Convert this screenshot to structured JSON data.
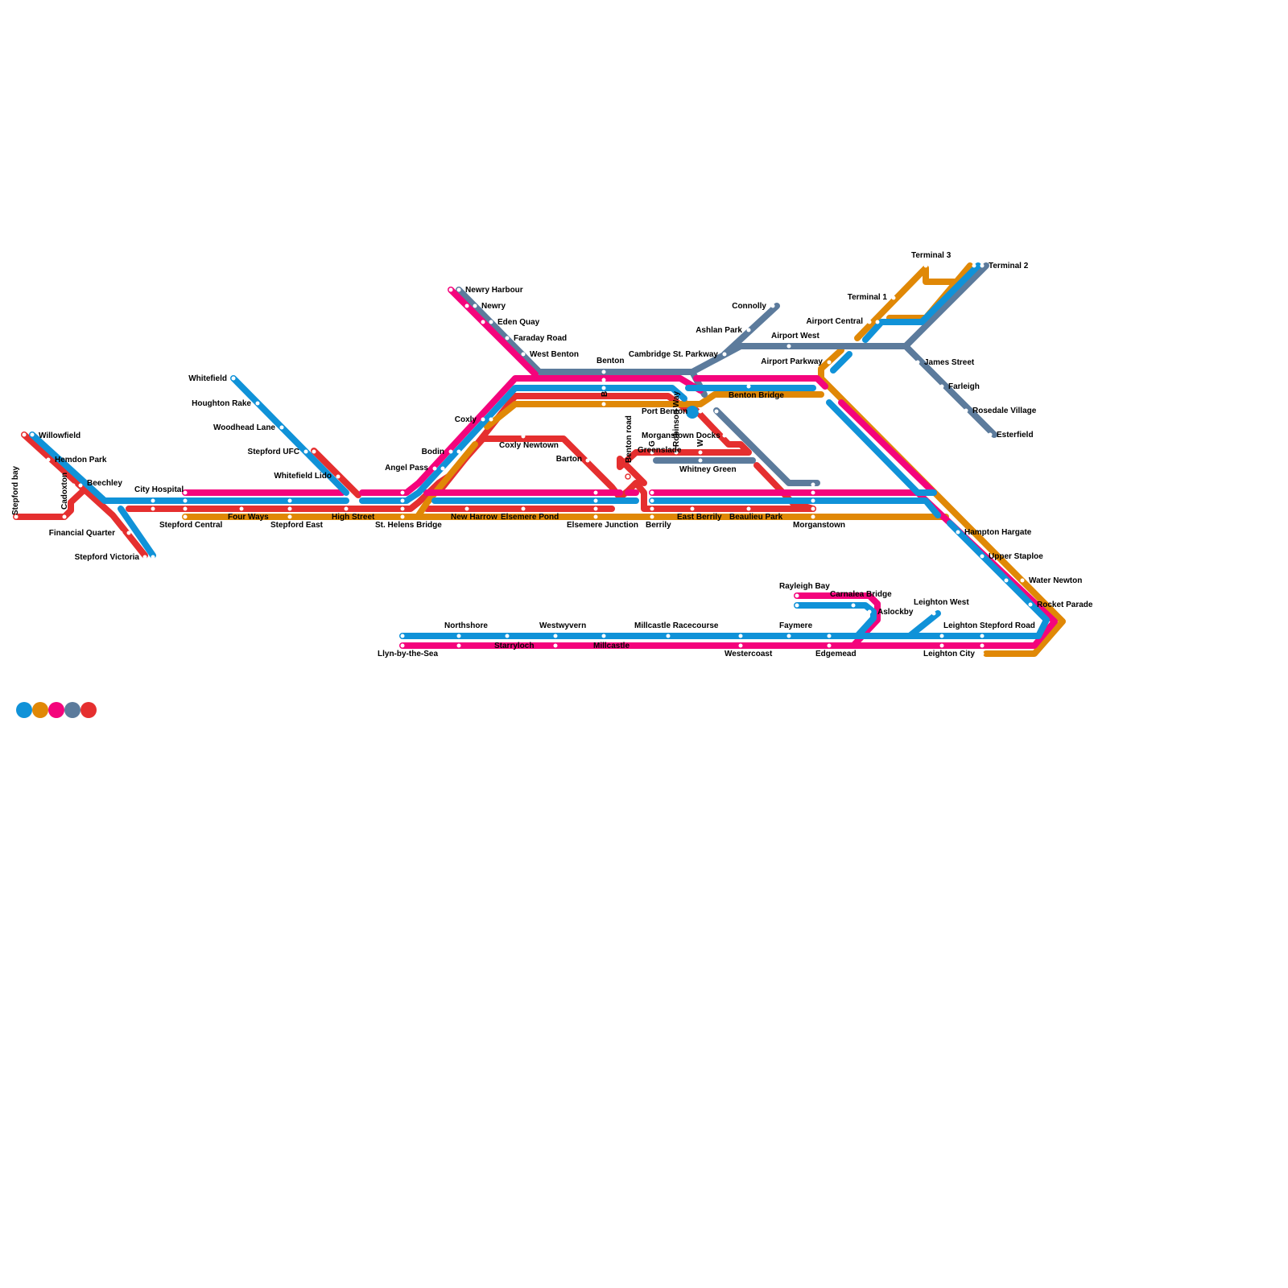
{
  "colors": {
    "blue": "#1092d8",
    "orange": "#e08806",
    "magenta": "#f4047c",
    "slate": "#5c7b9c",
    "red": "#e52f2f"
  },
  "legend": [
    "blue",
    "orange",
    "magenta",
    "slate",
    "red"
  ],
  "stations": [
    {
      "id": "stepford-bay",
      "name": "Stepford bay"
    },
    {
      "id": "willowfield",
      "name": "Willowfield"
    },
    {
      "id": "hemdon-park",
      "name": "Hemdon Park"
    },
    {
      "id": "cadoxton",
      "name": "Cadoxton"
    },
    {
      "id": "beechley",
      "name": "Beechley"
    },
    {
      "id": "financial-quarter",
      "name": "Financial Quarter"
    },
    {
      "id": "stepford-victoria",
      "name": "Stepford Victoria"
    },
    {
      "id": "city-hospital",
      "name": "City Hospital"
    },
    {
      "id": "stepford-central",
      "name": "Stepford Central"
    },
    {
      "id": "four-ways",
      "name": "Four Ways"
    },
    {
      "id": "stepford-east",
      "name": "Stepford East"
    },
    {
      "id": "high-street",
      "name": "High Street"
    },
    {
      "id": "whitefield",
      "name": "Whitefield"
    },
    {
      "id": "houghton-rake",
      "name": "Houghton Rake"
    },
    {
      "id": "woodhead-lane",
      "name": "Woodhead Lane"
    },
    {
      "id": "stepford-ufc",
      "name": "Stepford UFC"
    },
    {
      "id": "whitefield-lido",
      "name": "Whitefield Lido"
    },
    {
      "id": "st-helens-bridge",
      "name": "St. Helens Bridge"
    },
    {
      "id": "angel-pass",
      "name": "Angel Pass"
    },
    {
      "id": "bodin",
      "name": "Bodin"
    },
    {
      "id": "coxly",
      "name": "Coxly"
    },
    {
      "id": "coxly-newtown",
      "name": "Coxly Newtown"
    },
    {
      "id": "newry-harbour",
      "name": "Newry Harbour"
    },
    {
      "id": "newry",
      "name": "Newry"
    },
    {
      "id": "eden-quay",
      "name": "Eden Quay"
    },
    {
      "id": "faraday-road",
      "name": "Faraday Road"
    },
    {
      "id": "west-benton",
      "name": "West Benton"
    },
    {
      "id": "benton",
      "name": "Benton"
    },
    {
      "id": "b",
      "name": "B"
    },
    {
      "id": "new-harrow",
      "name": "New Harrow"
    },
    {
      "id": "elsemere-pond",
      "name": "Elsemere Pond"
    },
    {
      "id": "elsemere-junction",
      "name": "Elsemere Junction"
    },
    {
      "id": "barton",
      "name": "Barton"
    },
    {
      "id": "benton-road",
      "name": "Benton road"
    },
    {
      "id": "berrily",
      "name": "Berrily"
    },
    {
      "id": "east-berrily",
      "name": "East Berrily"
    },
    {
      "id": "beaulieu-park",
      "name": "Beaulieu Park"
    },
    {
      "id": "morganstown",
      "name": "Morganstown"
    },
    {
      "id": "g",
      "name": "G"
    },
    {
      "id": "greenslade",
      "name": "Greenslade"
    },
    {
      "id": "robinson-way",
      "name": "Robinson Way"
    },
    {
      "id": "w",
      "name": "W"
    },
    {
      "id": "whitney-green",
      "name": "Whitney Green"
    },
    {
      "id": "morganstown-docks",
      "name": "Morganstown Docks"
    },
    {
      "id": "port-benton",
      "name": "Port Benton"
    },
    {
      "id": "benton-bridge",
      "name": "Benton Bridge"
    },
    {
      "id": "cambridge-st-parkway",
      "name": "Cambridge St. Parkway"
    },
    {
      "id": "ashlan-park",
      "name": "Ashlan Park"
    },
    {
      "id": "connolly",
      "name": "Connolly"
    },
    {
      "id": "airport-west",
      "name": "Airport West"
    },
    {
      "id": "airport-parkway",
      "name": "Airport Parkway"
    },
    {
      "id": "airport-central",
      "name": "Airport Central"
    },
    {
      "id": "terminal-1",
      "name": "Terminal 1"
    },
    {
      "id": "terminal-3",
      "name": "Terminal 3"
    },
    {
      "id": "terminal-2",
      "name": "Terminal 2"
    },
    {
      "id": "james-street",
      "name": "James Street"
    },
    {
      "id": "farleigh",
      "name": "Farleigh"
    },
    {
      "id": "rosedale-village",
      "name": "Rosedale Village"
    },
    {
      "id": "esterfield",
      "name": "Esterfield"
    },
    {
      "id": "hampton-hargate",
      "name": "Hampton Hargate"
    },
    {
      "id": "upper-staploe",
      "name": "Upper Staploe"
    },
    {
      "id": "water-newton",
      "name": "Water Newton"
    },
    {
      "id": "rocket-parade",
      "name": "Rocket Parade"
    },
    {
      "id": "leighton-stepford-road",
      "name": "Leighton Stepford Road"
    },
    {
      "id": "leighton-west",
      "name": "Leighton West"
    },
    {
      "id": "leighton-city",
      "name": "Leighton City"
    },
    {
      "id": "aslockby",
      "name": "Aslockby"
    },
    {
      "id": "carnalea-bridge",
      "name": "Carnalea Bridge"
    },
    {
      "id": "rayleigh-bay",
      "name": "Rayleigh Bay"
    },
    {
      "id": "faymere",
      "name": "Faymere"
    },
    {
      "id": "edgemead",
      "name": "Edgemead"
    },
    {
      "id": "westercoast",
      "name": "Westercoast"
    },
    {
      "id": "millcastle-racecourse",
      "name": "Millcastle Racecourse"
    },
    {
      "id": "millcastle",
      "name": "Millcastle"
    },
    {
      "id": "westwyvern",
      "name": "Westwyvern"
    },
    {
      "id": "starryloch",
      "name": "Starryloch"
    },
    {
      "id": "northshore",
      "name": "Northshore"
    },
    {
      "id": "llyn-by-the-sea",
      "name": "Llyn-by-the-Sea"
    }
  ]
}
